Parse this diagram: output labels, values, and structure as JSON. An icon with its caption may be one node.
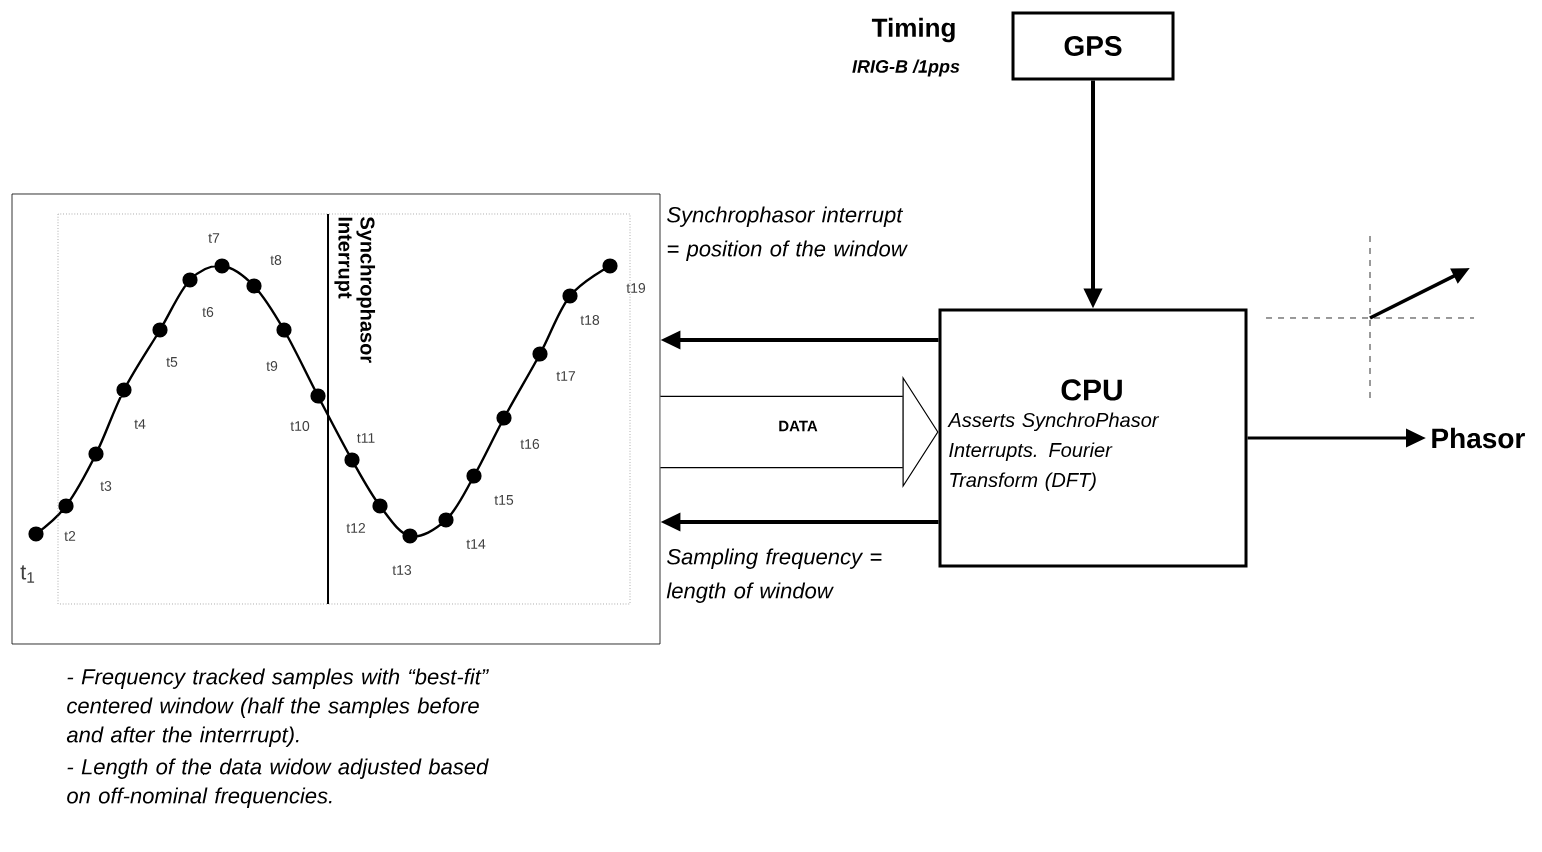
{
  "diagram": {
    "nodes": [
      {
        "text": [
          "GPS"
        ],
        "beside": [
          "Timing",
          "IRIG-B /1pps"
        ]
      },
      {
        "text": [
          "Synchrophasor Interrupt"
        ]
      },
      {
        "text": [
          "CPU",
          "Asserts SynchroPhasor Interrupts. Fourier Transform (DFT)"
        ]
      },
      {
        "text": [
          "Phasor"
        ]
      }
    ],
    "edges": [
      {
        "from": 0,
        "to": 2,
        "arrow": "to"
      },
      {
        "from": 2,
        "to": 1,
        "arrow": "to",
        "label": "Synchrophasor interrupt = position of the window"
      },
      {
        "from": 1,
        "to": 2,
        "arrow": "to",
        "label": "DATA",
        "style": "thick"
      },
      {
        "from": 2,
        "to": 1,
        "arrow": "to",
        "label": "Sampling frequency = length of window"
      },
      {
        "from": 2,
        "to": 3,
        "arrow": "to"
      }
    ],
    "labels": [
      "t7",
      "t8",
      "t6",
      "t9",
      "t5",
      "t19",
      "t18",
      "t17",
      "t4",
      "t10",
      "t11",
      "t16",
      "t3",
      "t15",
      "t12",
      "t2",
      "t14",
      "t13",
      "t$_{1}$",
      "- Frequency tracked samples with “best-fit” centered window (half the samples before and after the interrrupt).",
      "- Length of the data widow adjusted based on off-nominal frequencies."
    ]
  }
}
